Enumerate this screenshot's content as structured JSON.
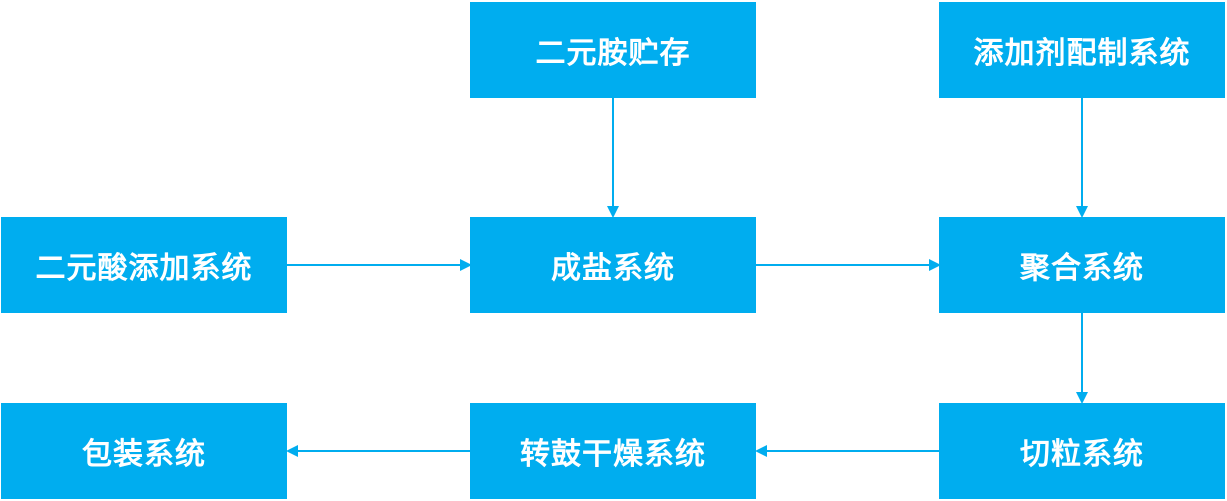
{
  "diagram": {
    "nodes": {
      "diamine_storage": "二元胺贮存",
      "additive_preparation": "添加剂配制系统",
      "diacid_addition": "二元酸添加系统",
      "salt_formation": "成盐系统",
      "polymerization": "聚合系统",
      "packaging": "包装系统",
      "drum_drying": "转鼓干燥系统",
      "pelletizing": "切粒系统"
    },
    "edges": [
      {
        "from": "diamine_storage",
        "to": "salt_formation"
      },
      {
        "from": "additive_preparation",
        "to": "polymerization"
      },
      {
        "from": "diacid_addition",
        "to": "salt_formation"
      },
      {
        "from": "salt_formation",
        "to": "polymerization"
      },
      {
        "from": "polymerization",
        "to": "pelletizing"
      },
      {
        "from": "pelletizing",
        "to": "drum_drying"
      },
      {
        "from": "drum_drying",
        "to": "packaging"
      }
    ],
    "colors": {
      "node_fill": "#00adef",
      "node_text": "#ffffff",
      "arrow": "#00adef"
    }
  }
}
